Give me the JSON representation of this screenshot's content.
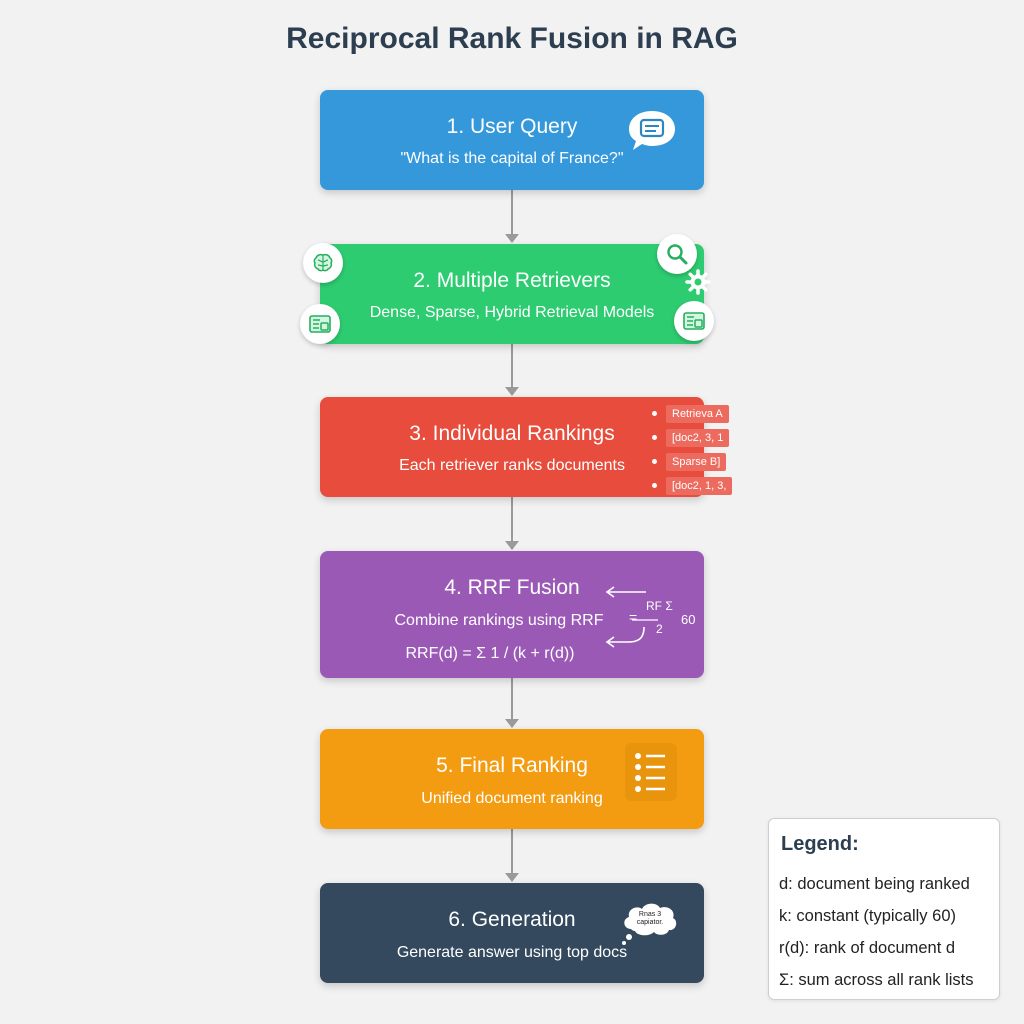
{
  "title": "Reciprocal Rank Fusion in RAG",
  "steps": [
    {
      "title": "1. User Query",
      "subtitle": "\"What is the capital of France?\"",
      "color": "#3498db"
    },
    {
      "title": "2. Multiple Retrievers",
      "subtitle": "Dense, Sparse, Hybrid Retrieval Models",
      "color": "#2ecc71"
    },
    {
      "title": "3. Individual Rankings",
      "subtitle": "Each retriever ranks documents",
      "color": "#e74c3c",
      "side_list": [
        "Retrieva A",
        "[doc2, 3, 1",
        "Sparse B]",
        "[doc2, 1, 3,"
      ]
    },
    {
      "title": "4. RRF Fusion",
      "subtitle": "Combine rankings using RRF",
      "formula": "RRF(d) = Σ 1 / (k + r(d))",
      "fraction_top": "RF Σ",
      "fraction_bottom": "2",
      "constant": "60",
      "color": "#9b59b6"
    },
    {
      "title": "5. Final Ranking",
      "subtitle": "Unified document ranking",
      "color": "#f39c12"
    },
    {
      "title": "6. Generation",
      "subtitle": "Generate answer using top docs",
      "bubble_text": [
        "Rnas 3",
        "capiator."
      ],
      "color": "#34495e"
    }
  ],
  "legend": {
    "title": "Legend:",
    "items": [
      "d: document being ranked",
      "k: constant (typically 60)",
      "r(d): rank of document d",
      "Σ: sum across all rank lists"
    ]
  },
  "icons": [
    "chat-bubble-icon",
    "brain-icon",
    "search-icon",
    "gear-icon",
    "database-icon",
    "list-icon",
    "thought-bubble-icon"
  ]
}
